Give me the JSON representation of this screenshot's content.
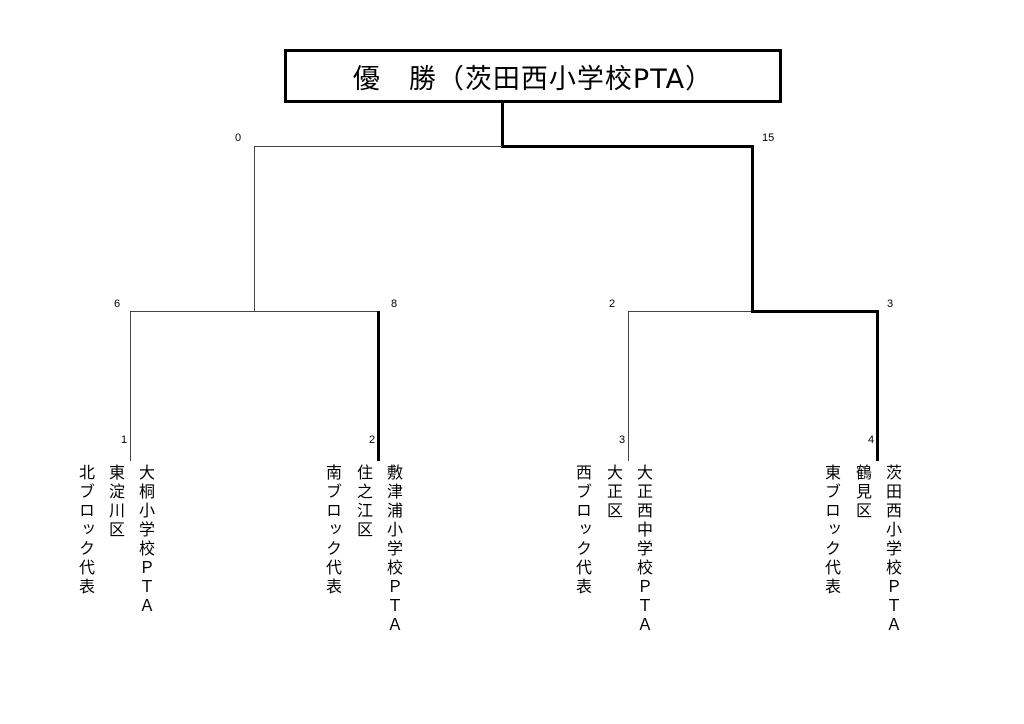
{
  "title": "優　勝（茨田西小学校PTA）",
  "final": {
    "left_score": "0",
    "right_score": "15"
  },
  "semis": [
    {
      "left_score": "6",
      "right_score": "8"
    },
    {
      "left_score": "2",
      "right_score": "3"
    }
  ],
  "entries": [
    {
      "seed": "1",
      "team": "大桐小学校ＰＴＡ",
      "ward": "東淀川区",
      "block": "北ブロック代表"
    },
    {
      "seed": "2",
      "team": "敷津浦小学校ＰＴＡ",
      "ward": "住之江区",
      "block": "南ブロック代表"
    },
    {
      "seed": "3",
      "team": "大正西中学校ＰＴＡ",
      "ward": "大正区",
      "block": "西ブロック代表"
    },
    {
      "seed": "4",
      "team": "茨田西小学校ＰＴＡ",
      "ward": "鶴見区",
      "block": "東ブロック代表"
    }
  ]
}
